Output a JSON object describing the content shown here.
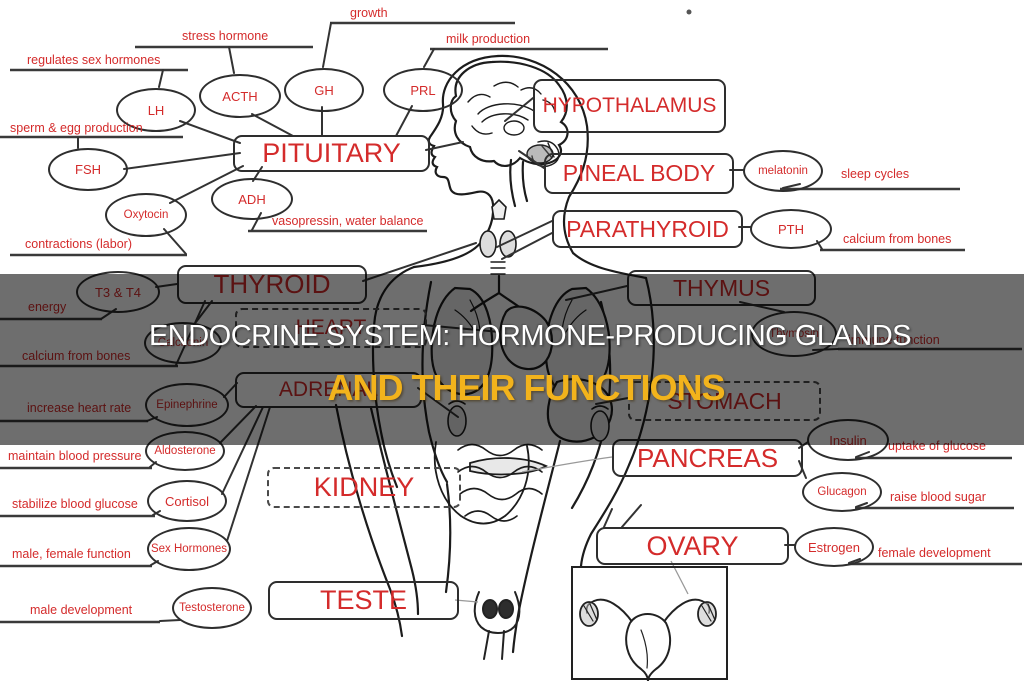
{
  "banner": {
    "line1": "ENDOCRINE SYSTEM: HORMONE-PRODUCING GLANDS",
    "line2": "AND THEIR FUNCTIONS"
  },
  "glands": {
    "pituitary": "PITUITARY",
    "hypothalamus": "HYPOTHALAMUS",
    "pineal": "PINEAL BODY",
    "parathyroid": "PARATHYROID",
    "thyroid": "THYROID",
    "thymus": "THYMUS",
    "heart": "HEART",
    "adrenal": "ADRENAL",
    "stomach": "STOMACH",
    "kidney": "KIDNEY",
    "pancreas": "PANCREAS",
    "ovary": "OVARY",
    "teste": "TESTE"
  },
  "hormones": {
    "lh": "LH",
    "acth": "ACTH",
    "gh": "GH",
    "prl": "PRL",
    "fsh": "FSH",
    "oxytocin": "Oxytocin",
    "adh": "ADH",
    "melatonin": "melatonin",
    "pth": "PTH",
    "t3t4": "T3 & T4",
    "calcitonin": "Calcitonin",
    "epinephrine": "Epinephrine",
    "aldosterone": "Aldosterone",
    "cortisol": "Cortisol",
    "sex_hormones": "Sex Hormones",
    "testosterone": "Testosterone",
    "thymosin": "Thymosin",
    "insulin": "Insulin",
    "glucagon": "Glucagon",
    "estrogen": "Estrogen"
  },
  "functions": {
    "growth": "growth",
    "stress_hormone": "stress hormone",
    "milk_production": "milk production",
    "regulates_sex_hormones": "regulates sex hormones",
    "sperm_egg_production": "sperm & egg production",
    "contractions_labor": "contractions (labor)",
    "vasopressin_water_balance": "vasopressin, water balance",
    "sleep_cycles": "sleep cycles",
    "calcium_from_bones_right": "calcium from bones",
    "energy": "energy",
    "calcium_from_bones_left": "calcium from bones",
    "increase_heart_rate": "increase heart rate",
    "maintain_blood_pressure": "maintain blood pressure",
    "stabilize_blood_glucose": "stabilize blood glucose",
    "male_female_function": "male, female function",
    "male_development": "male development",
    "immune_function": "immune function",
    "uptake_of_glucose": "uptake of glucose",
    "raise_blood_sugar": "raise blood sugar",
    "female_development": "female development"
  },
  "colors": {
    "label_red": "#d42b2b",
    "banner_yellow": "#f2b31c",
    "banner_white": "#ffffff",
    "band_overlay": "rgba(0,0,0,0.57)",
    "line_dark": "#333333"
  }
}
